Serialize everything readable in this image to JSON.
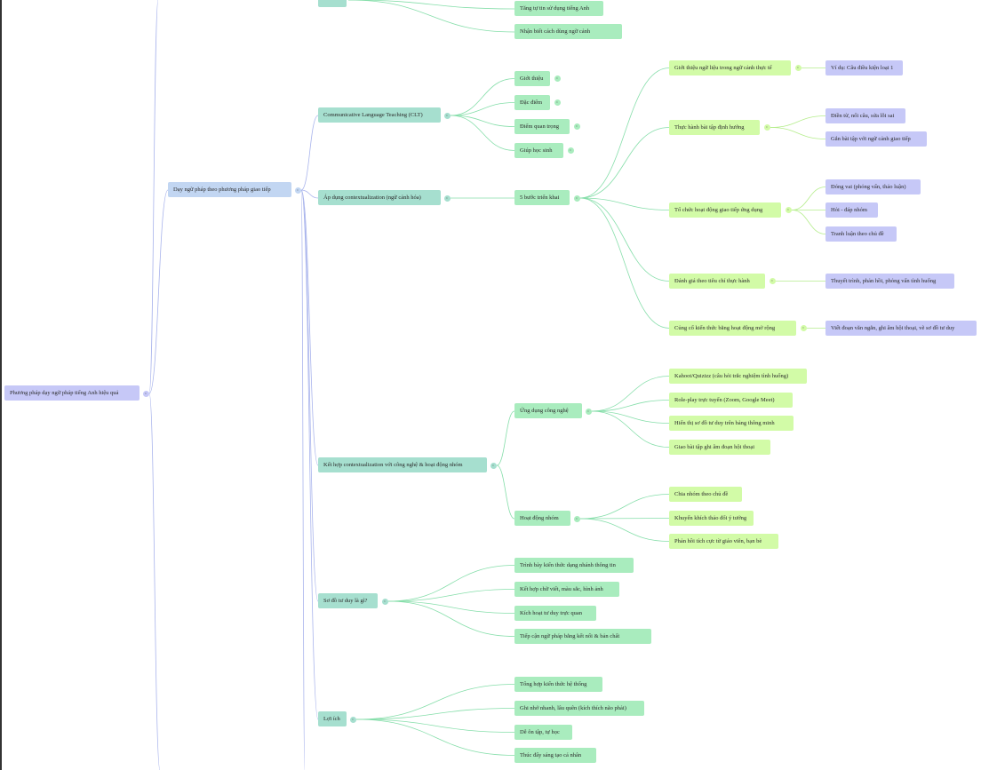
{
  "colors": {
    "purple": "#c6c8f7",
    "blue": "#c2d6f2",
    "teal": "#a6dfcf",
    "green": "#a9ecbe",
    "lime": "#d2fba7",
    "edge_purple": "#a9b4ec",
    "edge_green": "#86deaa",
    "edge_lime": "#b5ed8c"
  },
  "toggle_icon": "‹",
  "mindmap": {
    "root": "Phương pháp dạy ngữ pháp tiếng Anh hiệu quả",
    "branch_1": "Dạy ngữ pháp theo phương pháp giao tiếp",
    "top_items": [
      "Tăng tự tin sử dụng tiếng Anh",
      "Nhận biết cách dùng ngữ cảnh"
    ],
    "clt": {
      "label": "Communicative Language Teaching (CLT)",
      "children": [
        "Giới thiệu",
        "Đặc điểm",
        "Điểm quan trọng",
        "Giúp học sinh"
      ]
    },
    "contextualization": {
      "label": "Áp dụng contextualization (ngữ cảnh hóa)",
      "steps_label": "5 bước triển khai",
      "steps": [
        {
          "label": "Giới thiệu ngữ liệu trong ngữ cảnh thực tế",
          "children": [
            "Ví dụ: Câu điều kiện loại 1"
          ]
        },
        {
          "label": "Thực hành bài tập định hướng",
          "children": [
            "Điền từ, nối câu, sửa lỗi sai",
            "Gắn bài tập với ngữ cảnh giao tiếp"
          ]
        },
        {
          "label": "Tổ chức hoạt động giao tiếp ứng dụng",
          "children": [
            "Đóng vai (phỏng vấn, thảo luận)",
            "Hỏi - đáp nhóm",
            "Tranh luận theo chủ đề"
          ]
        },
        {
          "label": "Đánh giá theo tiêu chí thực hành",
          "children": [
            "Thuyết trình, phản hồi, phỏng vấn tình huống"
          ]
        },
        {
          "label": "Củng cố kiến thức bằng hoạt động mở rộng",
          "children": [
            "Viết đoạn văn ngắn, ghi âm hội thoại, vẽ sơ đồ tư duy"
          ]
        }
      ]
    },
    "technology": {
      "label": "Kết hợp contextualization với công nghệ & hoạt động nhóm",
      "tech_label": "Ứng dụng công nghệ",
      "tech_items": [
        "Kahoot/Quizizz (câu hỏi trắc nghiệm tình huống)",
        "Role-play trực tuyến (Zoom, Google Meet)",
        "Hiển thị sơ đồ tư duy trên bảng thông minh",
        "Giao bài tập ghi âm đoạn hội thoại"
      ],
      "group_label": "Hoạt động nhóm",
      "group_items": [
        "Chia nhóm theo chủ đề",
        "Khuyến khích thảo đổi ý tưởng",
        "Phản hồi tích cực từ giáo viên, bạn bè"
      ]
    },
    "mindmap_section": {
      "label": "Sơ đồ tư duy là gì?",
      "items": [
        "Trình bày kiến thức dạng nhánh thông tin",
        "Kết hợp chữ viết, màu sắc, hình ảnh",
        "Kích hoạt tư duy trực quan",
        "Tiếp cận ngữ pháp bằng kết nối & bản chất"
      ]
    },
    "benefits": {
      "label": "Lợi ích",
      "items": [
        "Tổng hợp kiến thức hệ thống",
        "Ghi nhớ nhanh, lâu quên (kích thích não phải)",
        "Dễ ôn tập, tự học",
        "Thúc đẩy sáng tạo cá nhân"
      ]
    }
  }
}
